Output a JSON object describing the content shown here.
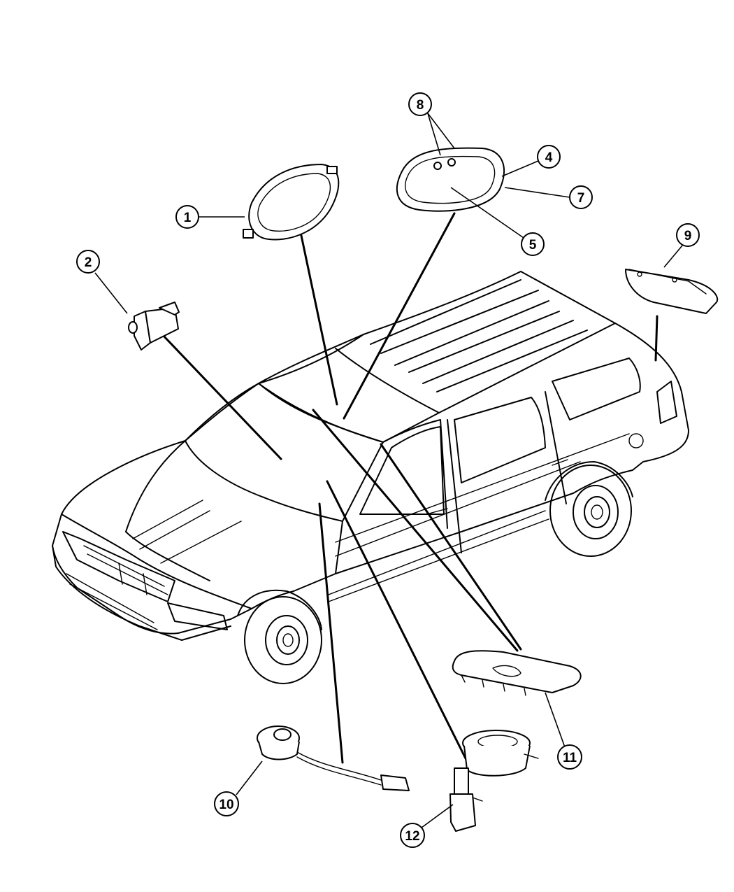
{
  "callouts": [
    {
      "id": "c1",
      "label": "1"
    },
    {
      "id": "c2",
      "label": "2"
    },
    {
      "id": "c4",
      "label": "4"
    },
    {
      "id": "c5",
      "label": "5"
    },
    {
      "id": "c7",
      "label": "7"
    },
    {
      "id": "c8",
      "label": "8"
    },
    {
      "id": "c9",
      "label": "9"
    },
    {
      "id": "c10",
      "label": "10"
    },
    {
      "id": "c11",
      "label": "11"
    },
    {
      "id": "c12",
      "label": "12"
    }
  ],
  "parts": [
    {
      "callout": "1",
      "icon": "oval-dome-lamp-icon"
    },
    {
      "callout": "2",
      "icon": "lamp-switch-icon"
    },
    {
      "callout": "4",
      "icon": "map-lamp-bezel-icon"
    },
    {
      "callout": "5",
      "icon": "map-lamp-lens-icon"
    },
    {
      "callout": "7",
      "icon": "map-lamp-housing-icon"
    },
    {
      "callout": "8",
      "icon": "map-lamp-bulb-icon"
    },
    {
      "callout": "9",
      "icon": "cargo-lamp-icon"
    },
    {
      "callout": "10",
      "icon": "courtesy-lamp-icon"
    },
    {
      "callout": "11",
      "icon": "overhead-console-lamp-icon"
    },
    {
      "callout": "12",
      "icon": "door-lamp-socket-icon"
    }
  ]
}
